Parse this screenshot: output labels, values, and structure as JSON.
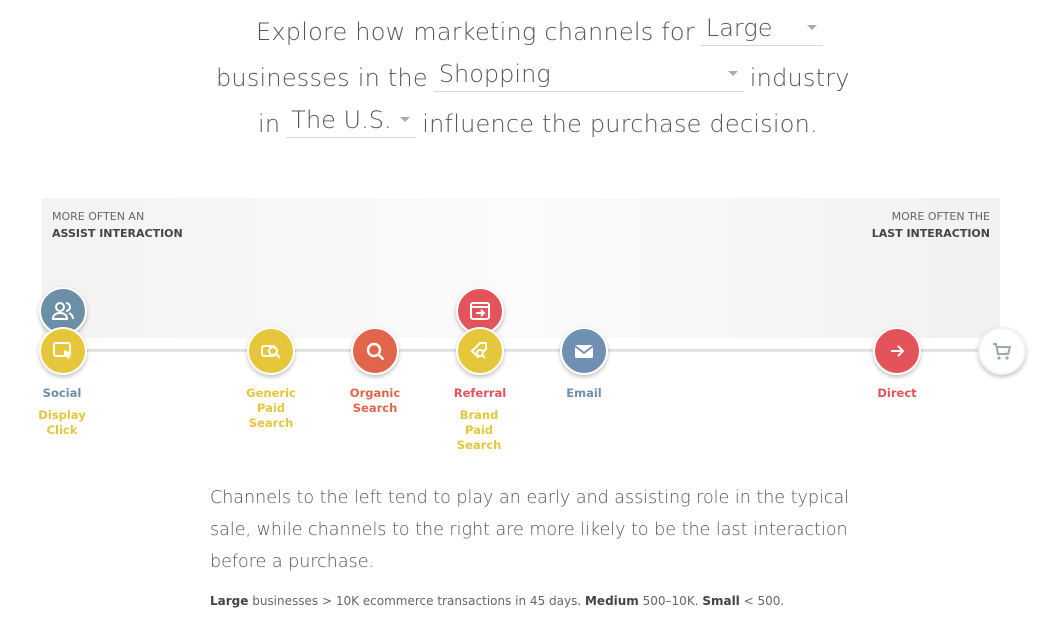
{
  "headline": {
    "l1_prefix": "Explore how marketing channels for",
    "size_value": "Large",
    "l2_prefix": "businesses in the",
    "industry_value": "Shopping",
    "l2_suffix": "industry",
    "l3_prefix": "in",
    "region_value": "The U.S.",
    "l3_suffix": "influence the purchase decision."
  },
  "band": {
    "left_top": "MORE OFTEN AN",
    "left_bold": "ASSIST INTERACTION",
    "right_top": "MORE OFTEN THE",
    "right_bold": "LAST INTERACTION"
  },
  "channels": {
    "social": "Social",
    "display": "Display Click",
    "generic": "Generic Paid Search",
    "organic": "Organic Search",
    "referral": "Referral",
    "brand": "Brand Paid Search",
    "email": "Email",
    "direct": "Direct"
  },
  "icons": {
    "social": "people-icon",
    "display": "cursor-click-icon",
    "generic": "search-wallet-icon",
    "organic": "magnifier-icon",
    "referral": "browser-arrow-icon",
    "brand": "tag-search-icon",
    "email": "envelope-icon",
    "direct": "arrow-right-icon",
    "cart": "shopping-cart-icon"
  },
  "colors": {
    "blue": "#6b8fa6",
    "yellow": "#e6c63a",
    "orange": "#e0654a",
    "red": "#e3545a",
    "email": "#6f8fb3"
  },
  "paragraph": "Channels to the left tend to play an early and assisting role in the typical sale, while channels to the right are more likely to be the last interaction before a purchase.",
  "footnote": {
    "large_b": "Large",
    "large_t": " businesses > 10K ecommerce transactions in 45 days. ",
    "medium_b": "Medium",
    "medium_t": " 500–10K. ",
    "small_b": "Small",
    "small_t": " < 500."
  }
}
